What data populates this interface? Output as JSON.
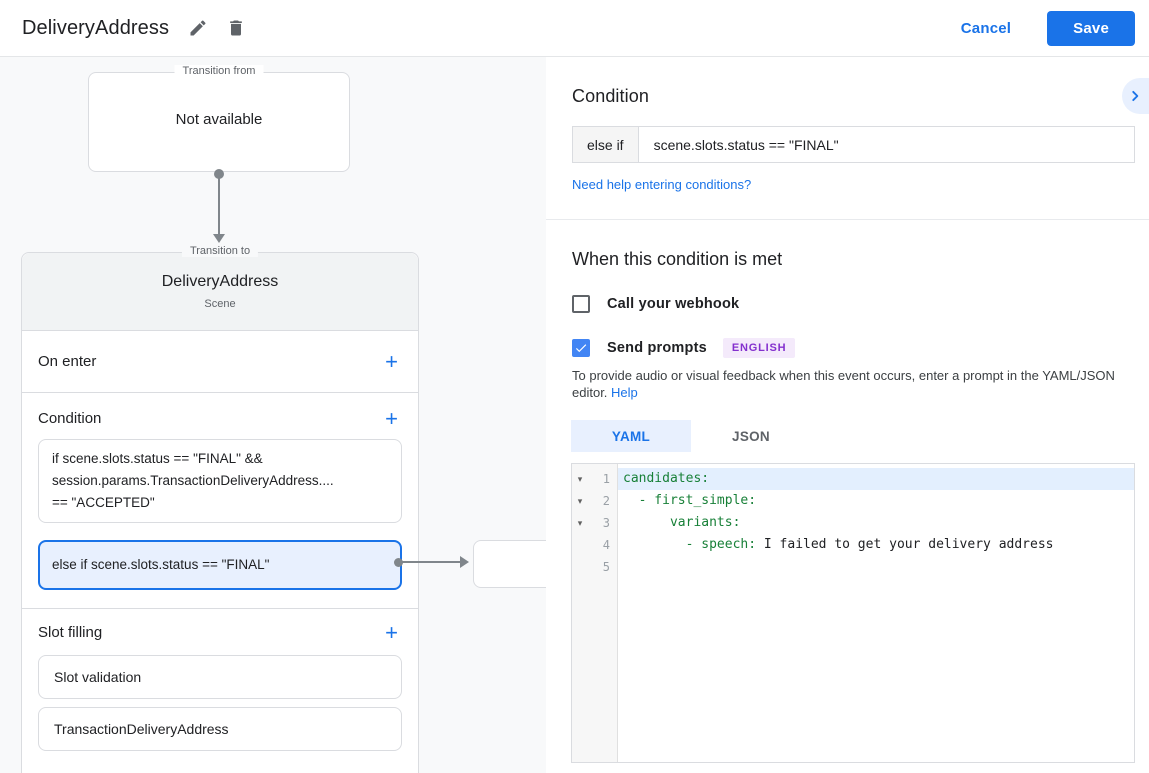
{
  "colors": {
    "accent_blue": "#1a73e8",
    "checkbox_blue": "#4285f4",
    "selected_condition_bg": "#e8f0fe",
    "yaml_key_green": "#188038",
    "badge_purple_text": "#8430ce",
    "badge_purple_bg": "#f4eafb",
    "connector_gray": "#80868b"
  },
  "header": {
    "title": "DeliveryAddress",
    "cancel_label": "Cancel",
    "save_label": "Save"
  },
  "flow": {
    "transition_from_label": "Transition from",
    "transition_from_value": "Not available",
    "transition_to_label": "Transition to",
    "scene_name": "DeliveryAddress",
    "scene_type": "Scene",
    "on_enter_label": "On enter",
    "condition_label": "Condition",
    "slot_filling_label": "Slot filling",
    "if_condition_lines": {
      "0": "if scene.slots.status == \"FINAL\" &&",
      "1": "session.params.TransactionDeliveryAddress....",
      "2": "== \"ACCEPTED\""
    },
    "else_condition_text": "else if scene.slots.status == \"FINAL\"",
    "slot_items": {
      "0": "Slot validation",
      "1": "TransactionDeliveryAddress"
    }
  },
  "panel": {
    "heading": "Condition",
    "condition_prefix": "else if",
    "condition_value": "scene.slots.status == \"FINAL\"",
    "help_link": "Need help entering conditions?",
    "met_heading": "When this condition is met",
    "webhook_label": "Call your webhook",
    "prompts_label": "Send prompts",
    "language_badge": "ENGLISH",
    "description_line1": "To provide audio or visual feedback when this event occurs, enter a prompt in the YAML/JSON",
    "description_line2": "editor.",
    "description_help": "Help",
    "tabs": {
      "0": {
        "label": "YAML"
      },
      "1": {
        "label": "JSON"
      }
    }
  },
  "editor": {
    "lines": [
      {
        "number": "1",
        "fold": true,
        "highlight": true,
        "segments": [
          {
            "cls": "key",
            "text": "candidates:"
          }
        ]
      },
      {
        "number": "2",
        "fold": true,
        "highlight": false,
        "segments": [
          {
            "cls": "key",
            "text": "  - first_simple:"
          }
        ]
      },
      {
        "number": "3",
        "fold": true,
        "highlight": false,
        "segments": [
          {
            "cls": "key",
            "text": "      variants:"
          }
        ]
      },
      {
        "number": "4",
        "fold": false,
        "highlight": false,
        "segments": [
          {
            "cls": "key",
            "text": "        - speech:"
          },
          {
            "cls": "plain",
            "text": " I failed to get your delivery address"
          }
        ]
      },
      {
        "number": "5",
        "fold": false,
        "highlight": false,
        "segments": []
      }
    ]
  }
}
